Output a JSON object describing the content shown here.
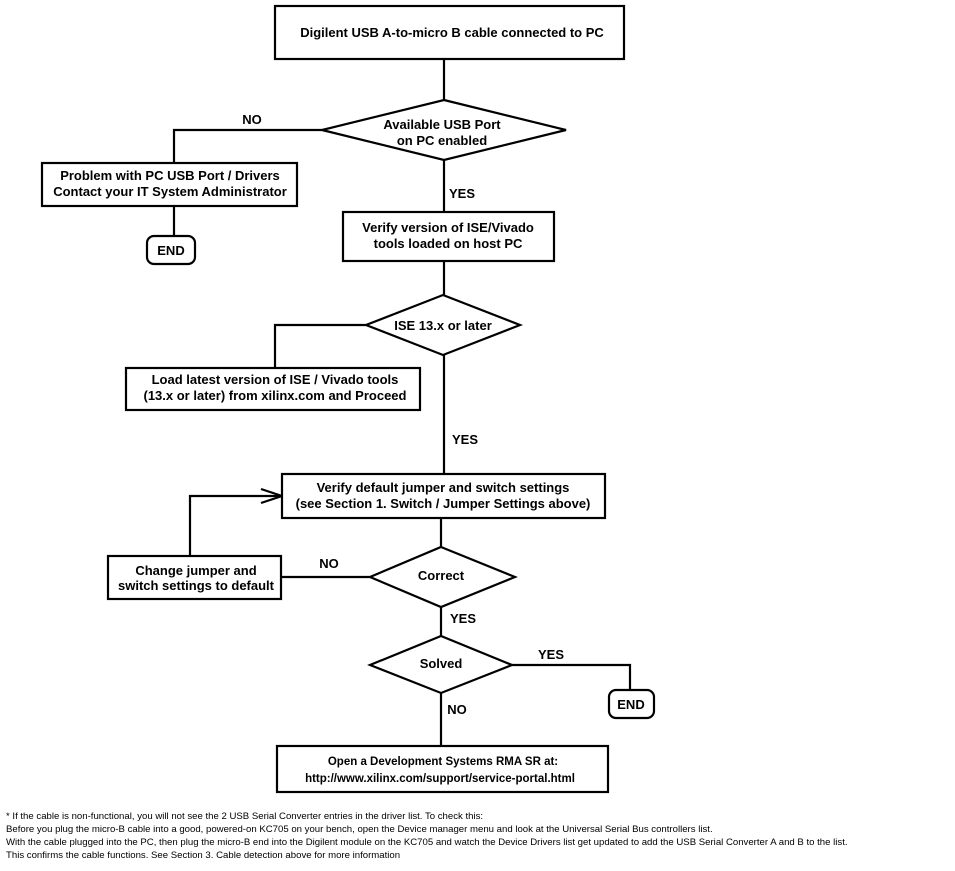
{
  "nodes": {
    "start": {
      "lines": [
        "Digilent USB A-to-micro B cable connected to PC"
      ]
    },
    "usb_port": {
      "lines": [
        "Available USB Port",
        "on PC enabled"
      ]
    },
    "usb_problem": {
      "lines": [
        "Problem with PC USB Port / Drivers",
        "Contact your IT System Administrator"
      ]
    },
    "end1": {
      "lines": [
        "END"
      ]
    },
    "verify_tools": {
      "lines": [
        "Verify version of ISE/Vivado",
        "tools loaded on host PC"
      ]
    },
    "ise_version": {
      "lines": [
        "ISE 13.x or later"
      ]
    },
    "load_tools": {
      "lines": [
        "Load latest version of ISE / Vivado tools",
        "(13.x or later) from xilinx.com and Proceed"
      ]
    },
    "verify_jumpers": {
      "lines": [
        "Verify default jumper and switch settings",
        "(see Section 1. Switch / Jumper Settings above)"
      ]
    },
    "change_jumpers": {
      "lines": [
        "Change jumper and",
        "switch settings to default"
      ]
    },
    "correct": {
      "lines": [
        "Correct"
      ]
    },
    "solved": {
      "lines": [
        "Solved"
      ]
    },
    "end2": {
      "lines": [
        "END"
      ]
    },
    "rma": {
      "lines": [
        "Open a Development Systems RMA SR at:",
        "http://www.xilinx.com/support/service-portal.html"
      ]
    }
  },
  "edge_labels": {
    "usb_no": "NO",
    "usb_yes": "YES",
    "ise_yes": "YES",
    "correct_no": "NO",
    "correct_yes": "YES",
    "solved_yes": "YES",
    "solved_no": "NO"
  },
  "footnote": [
    "* If the cable is non-functional, you will not see the 2 USB Serial Converter entries in the driver list.  To check this:",
    "  Before you plug the micro-B cable into a good, powered-on KC705 on your bench, open the Device manager menu and look at the Universal Serial Bus controllers list.",
    "  With the cable plugged into the PC, then plug the micro-B end into the Digilent module on the KC705 and watch the Device Drivers list get updated to add the USB Serial Converter A and B to the list.",
    "  This confirms the cable functions.  See Section 3. Cable detection above for more information"
  ]
}
